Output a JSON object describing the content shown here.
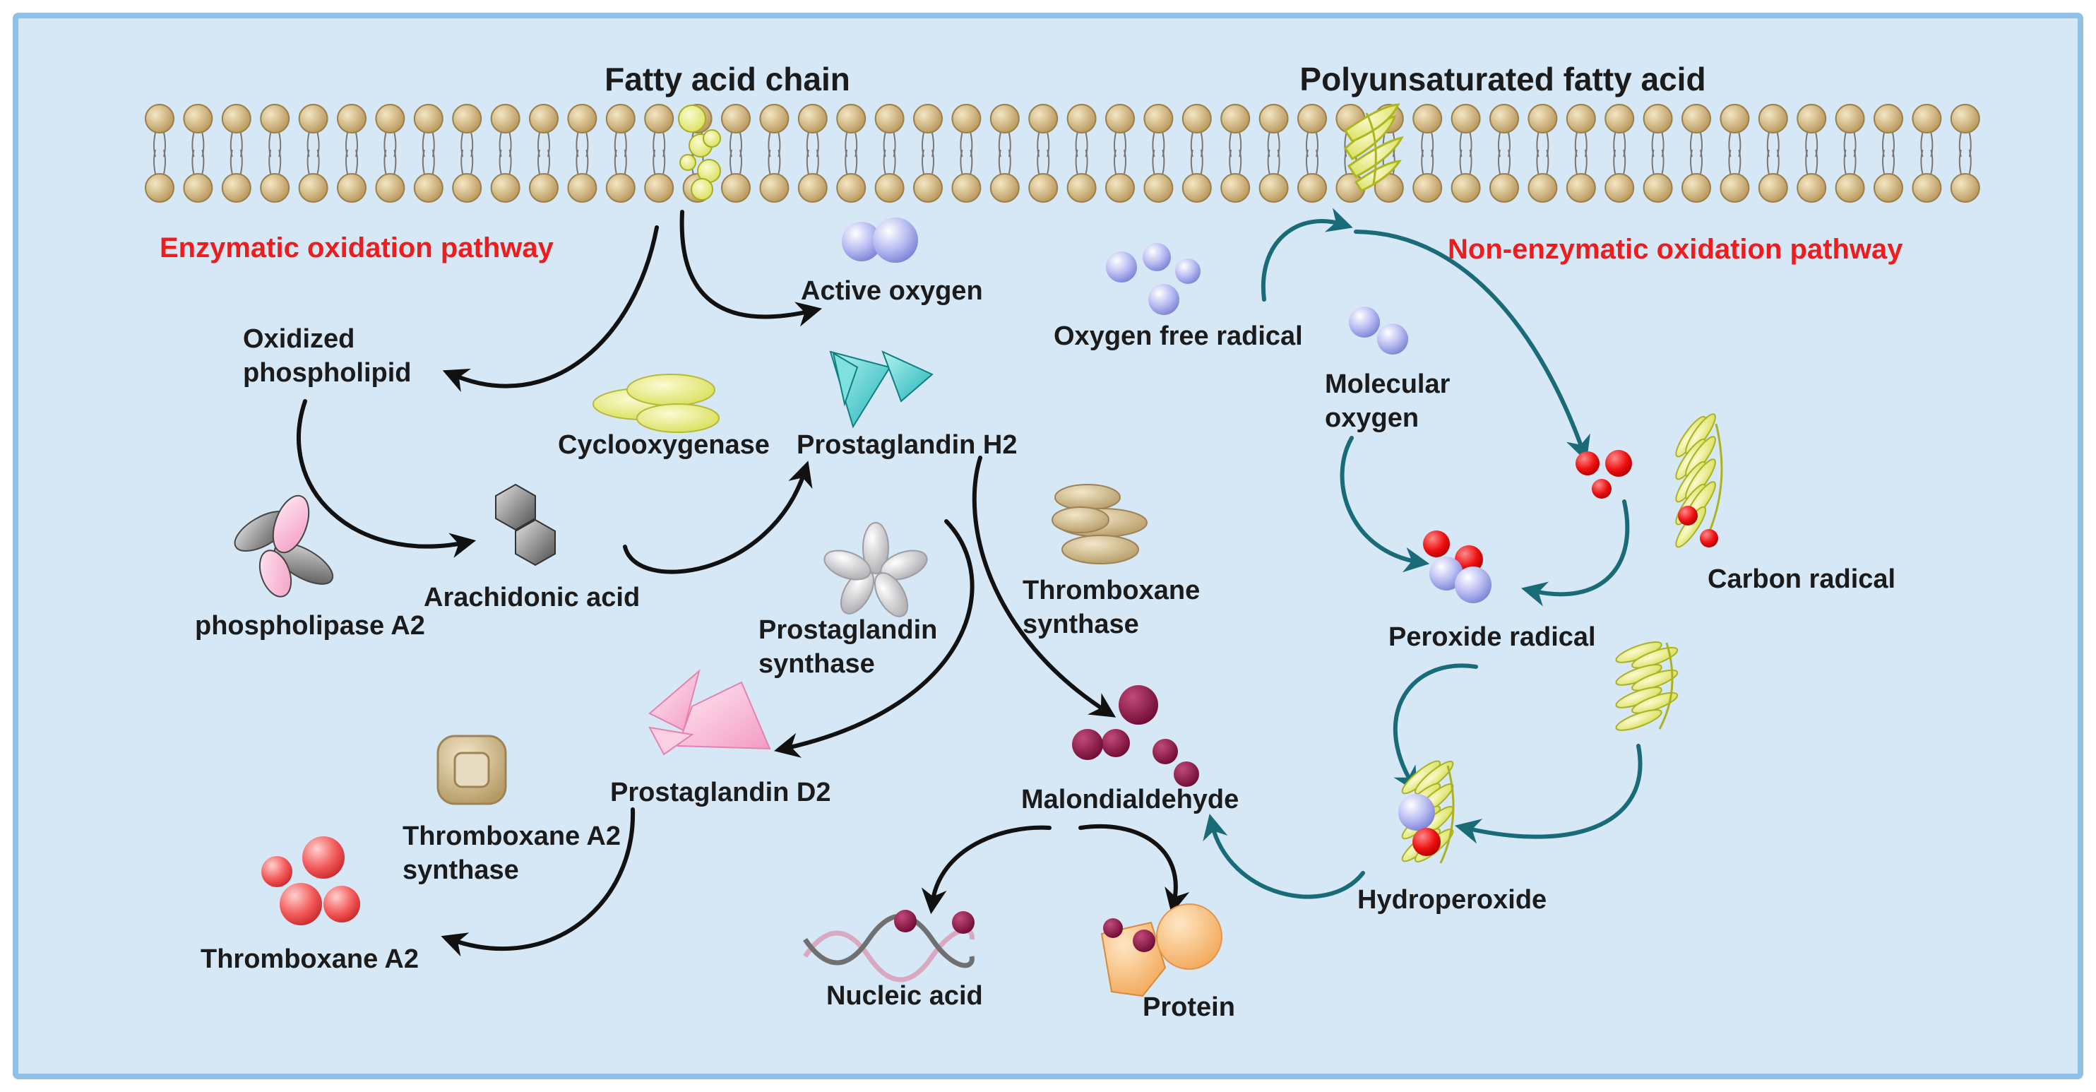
{
  "headers": {
    "fatty_acid_chain": "Fatty acid chain",
    "pufa": "Polyunsaturated fatty acid"
  },
  "pathways": {
    "enzymatic": "Enzymatic oxidation pathway",
    "non_enzymatic": "Non-enzymatic oxidation pathway"
  },
  "labels": {
    "active_oxygen": "Active oxygen",
    "oxidized_phospholipid_1": "Oxidized",
    "oxidized_phospholipid_2": "phospholipid",
    "cyclooxygenase": "Cyclooxygenase",
    "prostaglandin_h2": "Prostaglandin H2",
    "phospholipase_a2": "phospholipase A2",
    "arachidonic_acid": "Arachidonic acid",
    "prostaglandin_synthase_1": "Prostaglandin",
    "prostaglandin_synthase_2": "synthase",
    "thromboxane_synthase_1": "Thromboxane",
    "thromboxane_synthase_2": "synthase",
    "prostaglandin_d2": "Prostaglandin D2",
    "thromboxane_a2_synthase_1": "Thromboxane A2",
    "thromboxane_a2_synthase_2": "synthase",
    "thromboxane_a2": "Thromboxane A2",
    "malondialdehyde": "Malondialdehyde",
    "nucleic_acid": "Nucleic acid",
    "protein": "Protein",
    "oxygen_free_radical": "Oxygen free radical",
    "molecular_oxygen_1": "Molecular",
    "molecular_oxygen_2": "oxygen",
    "carbon_radical": "Carbon radical",
    "peroxide_radical": "Peroxide radical",
    "hydroperoxide": "Hydroperoxide"
  },
  "colors": {
    "panel_bg": "#d6e8f6",
    "panel_border": "#8fc0e6",
    "lipid_head": "#cdb07a",
    "pathway_label": "#ee1c1c",
    "arrow_black": "#111111",
    "arrow_teal": "#1a6b78",
    "radical_red": "#ee1111",
    "malondialdehyde": "#8a0f3e",
    "lipid_yellow": "#d8df38"
  }
}
